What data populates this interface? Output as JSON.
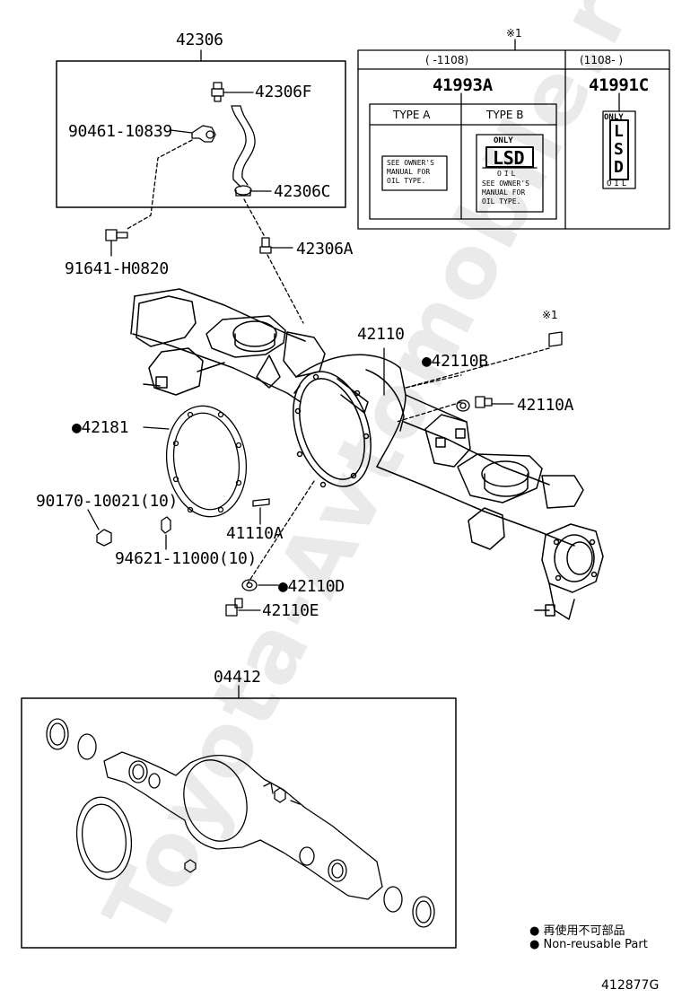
{
  "watermark": "Toyota-Avtomobile.ru",
  "parts": {
    "p42306": "42306",
    "p42306F": "42306F",
    "p90461": "90461-10839",
    "p42306C": "42306C",
    "p91641": "91641-H0820",
    "p42306A": "42306A",
    "p42110": "42110",
    "p42110B": "42110B",
    "p42110A": "42110A",
    "p42181": "42181",
    "p90170": "90170-10021(10)",
    "p41110A": "41110A",
    "p94621": "94621-11000(10)",
    "p42110D": "42110D",
    "p42110E": "42110E",
    "p04412": "04412",
    "p41993A": "41993A",
    "p41991C": "41991C"
  },
  "note_box": {
    "mark": "※1",
    "range_left": "(      -1108)",
    "range_right": "(1108-      )",
    "type_a": "TYPE A",
    "type_b": "TYPE B",
    "label_a_text": "SEE OWNER'S\nMANUAL FOR\nOIL TYPE.",
    "label_b_only": "ONLY",
    "label_b_lsd": "LSD",
    "label_b_oil": "OIL",
    "label_b_text": "SEE OWNER'S\nMANUAL FOR\nOIL TYPE.",
    "label_c_only": "ONLY",
    "label_c_l": "L",
    "label_c_s": "S",
    "label_c_d": "D",
    "label_c_oil": "OIL"
  },
  "mark_near_housing": "※1",
  "legend": {
    "line1": "再使用不可部品",
    "line2": "Non-reusable Part"
  },
  "figure_id": "412877G"
}
